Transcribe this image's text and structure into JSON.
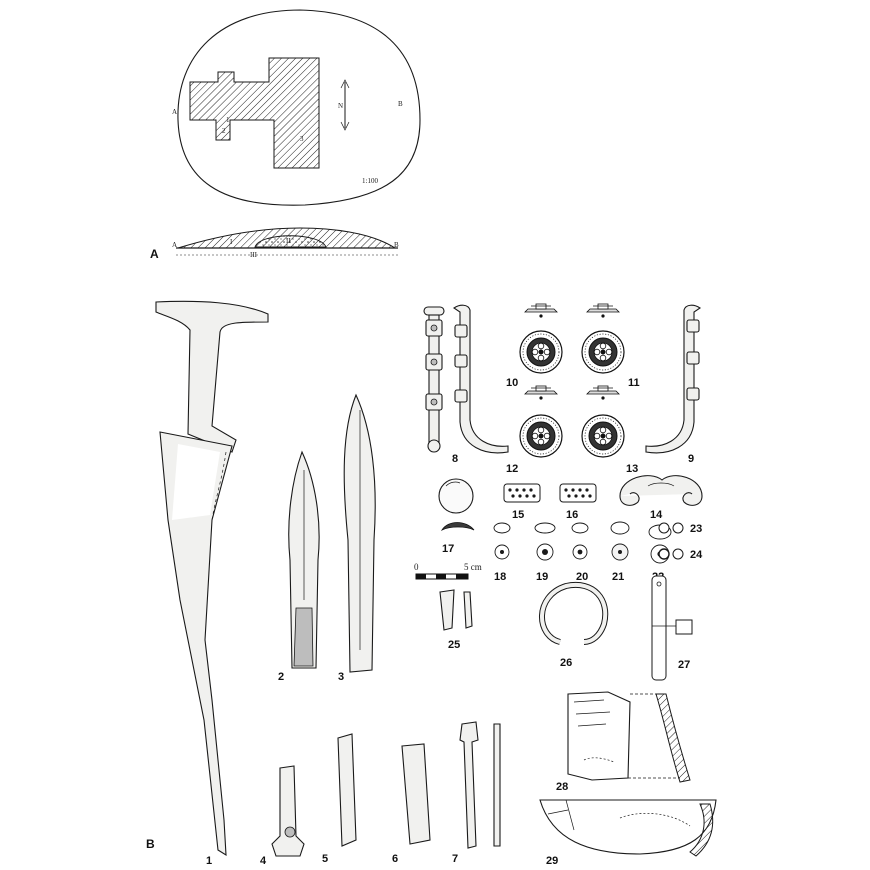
{
  "panels": {
    "a": "A",
    "b": "B"
  },
  "plan": {
    "scale": "1:100",
    "north": "N",
    "point_a": "A",
    "point_b": "B",
    "grave_labels": [
      "1",
      "2",
      "3"
    ]
  },
  "section": {
    "point_a": "A",
    "point_b": "B",
    "layer_i": "I",
    "layer_ii": "II",
    "layer_iii": "III"
  },
  "scalebar": {
    "start": "0",
    "end": "5 cm"
  },
  "finds": {
    "f1": "1",
    "f2": "2",
    "f3": "3",
    "f4": "4",
    "f5": "5",
    "f6": "6",
    "f7": "7",
    "f8": "8",
    "f9": "9",
    "f10": "10",
    "f11": "11",
    "f12": "12",
    "f13": "13",
    "f14": "14",
    "f15": "15",
    "f16": "16",
    "f17": "17",
    "f18": "18",
    "f19": "19",
    "f20": "20",
    "f21": "21",
    "f22": "22",
    "f23": "23",
    "f24": "24",
    "f25": "25",
    "f26": "26",
    "f27": "27",
    "f28": "28",
    "f29": "29"
  },
  "colors": {
    "ink": "#1a1a1a",
    "paper": "#ffffff"
  }
}
